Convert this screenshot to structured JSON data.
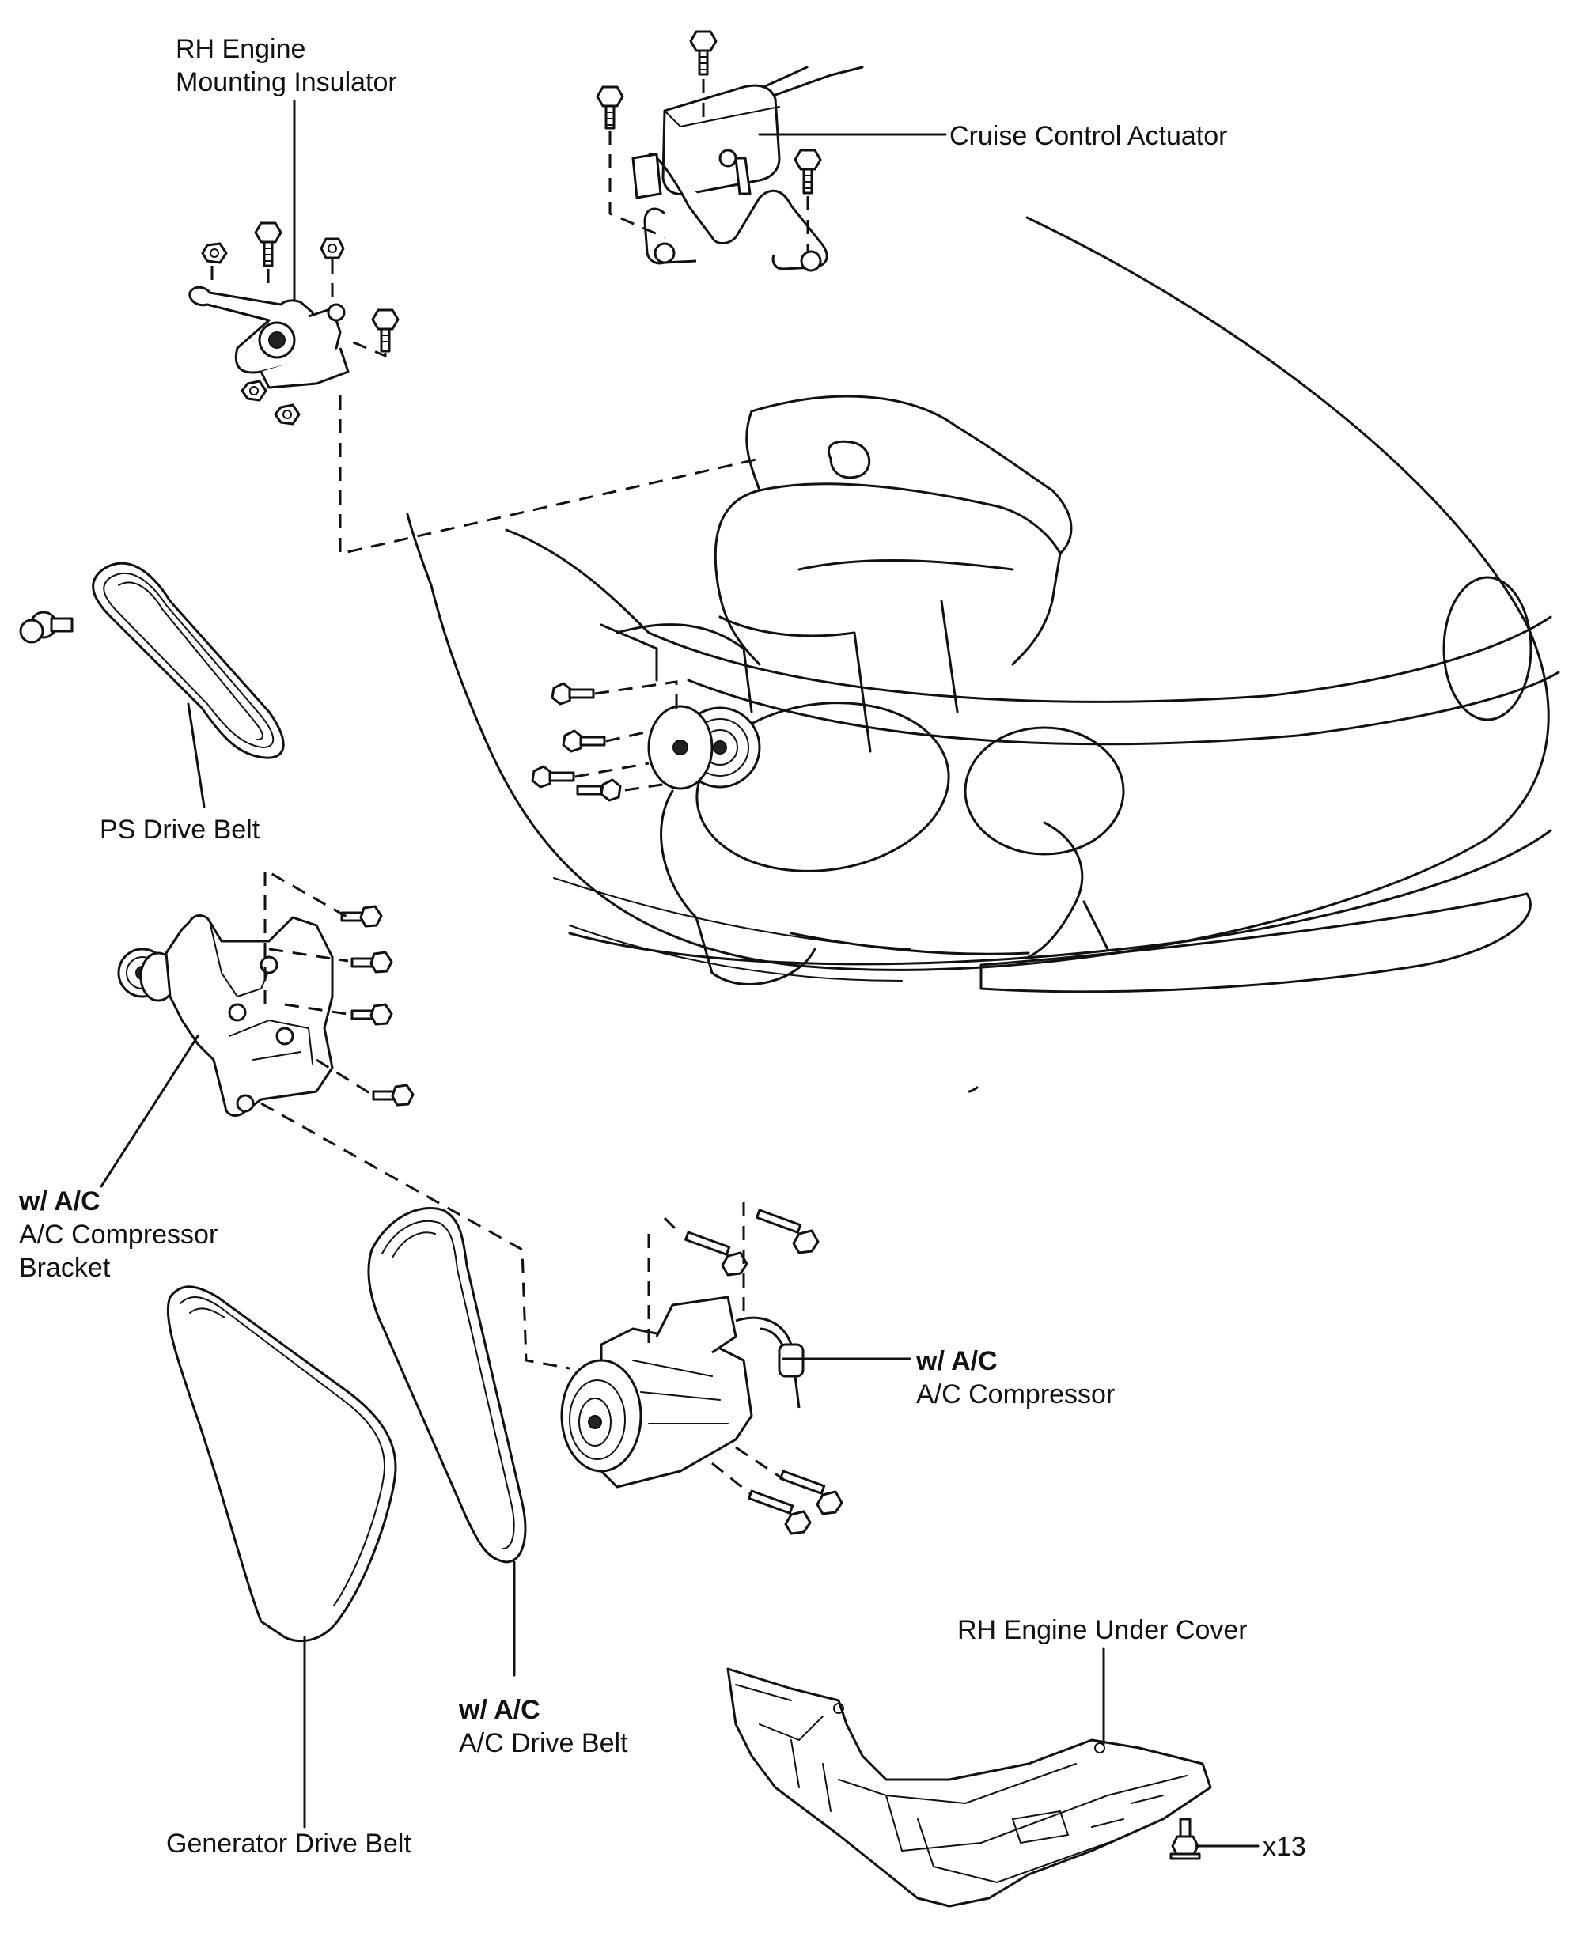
{
  "labels": {
    "rh_engine_mounting_insulator": [
      "RH Engine",
      "Mounting Insulator"
    ],
    "cruise_control_actuator": "Cruise Control Actuator",
    "ps_drive_belt": "PS Drive Belt",
    "ac_compressor_bracket": {
      "qualifier": "w/ A/C",
      "lines": [
        "A/C Compressor",
        "Bracket"
      ]
    },
    "ac_compressor": {
      "qualifier": "w/ A/C",
      "name": "A/C Compressor"
    },
    "ac_drive_belt": {
      "qualifier": "w/ A/C",
      "name": "A/C Drive Belt"
    },
    "generator_drive_belt": "Generator Drive Belt",
    "rh_engine_under_cover": "RH Engine Under Cover",
    "bolt_count": "x13"
  }
}
